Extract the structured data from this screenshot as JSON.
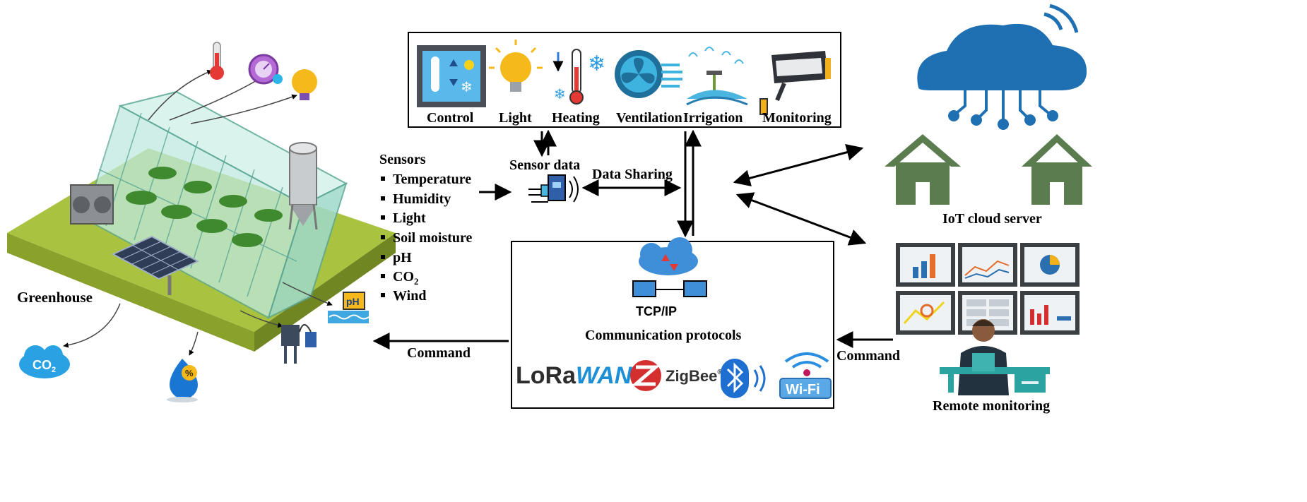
{
  "greenhouse": {
    "label": "Greenhouse"
  },
  "greenhouse_badges": {
    "co2": "CO",
    "co2_sub": "2",
    "ph": "pH",
    "percent": "%"
  },
  "actuators": {
    "control": "Control",
    "light": "Light",
    "heating": "Heating",
    "ventilation": "Ventilation",
    "irrigation": "Irrigation",
    "monitoring": "Monitoring"
  },
  "sensors": {
    "title": "Sensors",
    "items": [
      "Temperature",
      "Humidity",
      "Light",
      "Soil moisture",
      "pH",
      "CO"
    ],
    "co2_sub": "2",
    "wind": "Wind"
  },
  "flow": {
    "sensor_data": "Sensor data",
    "data_sharing": "Data Sharing",
    "command_left": "Command",
    "command_right": "Command"
  },
  "comm": {
    "title": "Communication protocols",
    "tcpip": "TCP/IP",
    "lora_a": "LoRa",
    "lora_b": "WAN",
    "lora_reg": "®",
    "zigbee": "ZigBee",
    "zigbee_reg": "®",
    "wifi": "Wi-Fi"
  },
  "cloud": {
    "label": "IoT cloud server"
  },
  "remote": {
    "label": "Remote monitoring"
  },
  "colors": {
    "cloud_blue": "#1f6fb3",
    "house_green": "#5b7c4e",
    "grass": "#a9c23f",
    "screen_dark": "#3a3f44"
  }
}
